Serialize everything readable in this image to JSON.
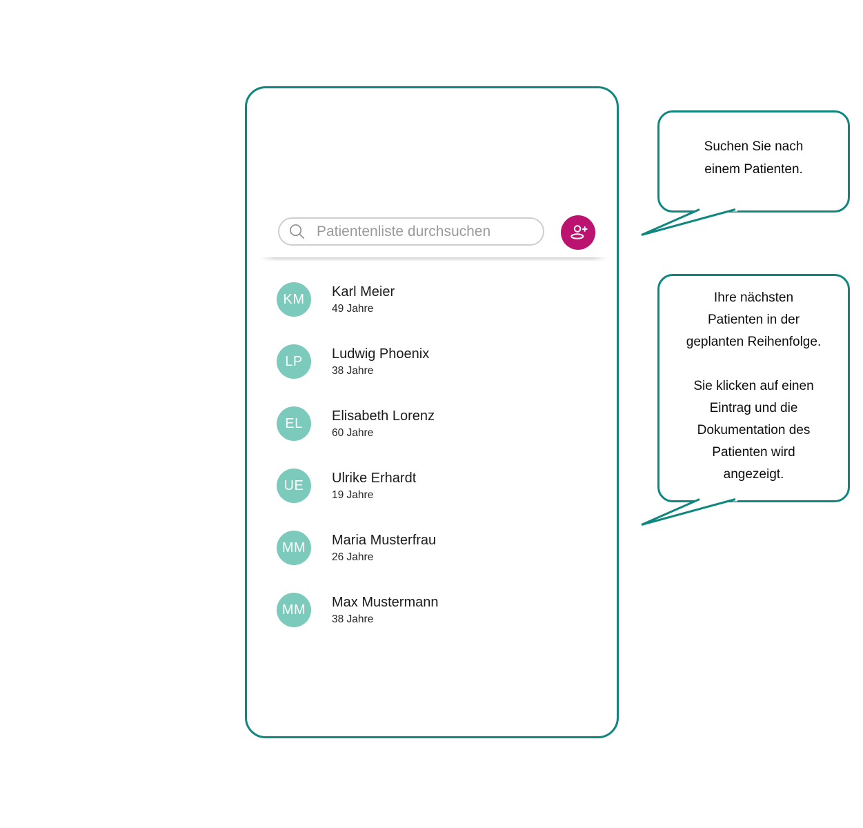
{
  "panel": {
    "search": {
      "placeholder": "Patientenliste durchsuchen",
      "icon": "search-icon"
    },
    "add_button": {
      "icon": "person-add-icon"
    },
    "patients": [
      {
        "initials": "KM",
        "name": "Karl Meier",
        "age": "49 Jahre"
      },
      {
        "initials": "LP",
        "name": "Ludwig Phoenix",
        "age": "38 Jahre"
      },
      {
        "initials": "EL",
        "name": "Elisabeth Lorenz",
        "age": "60 Jahre"
      },
      {
        "initials": "UE",
        "name": "Ulrike Erhardt",
        "age": "19 Jahre"
      },
      {
        "initials": "MM",
        "name": "Maria Musterfrau",
        "age": "26 Jahre"
      },
      {
        "initials": "MM",
        "name": "Max Mustermann",
        "age": "38 Jahre"
      }
    ]
  },
  "callouts": {
    "search_hint": {
      "lines": [
        "Suchen Sie nach",
        "einem Patienten."
      ]
    },
    "list_hint": {
      "paragraph1": [
        "Ihre nächsten",
        "Patienten in der",
        "geplanten Reihenfolge."
      ],
      "paragraph2": [
        "Sie klicken auf einen",
        "Eintrag und die",
        "Dokumentation des",
        "Patienten wird",
        "angezeigt."
      ]
    }
  },
  "colors": {
    "teal": "#0f867e",
    "pink": "#bc1370",
    "avatar_mint": "#7bcabc"
  }
}
